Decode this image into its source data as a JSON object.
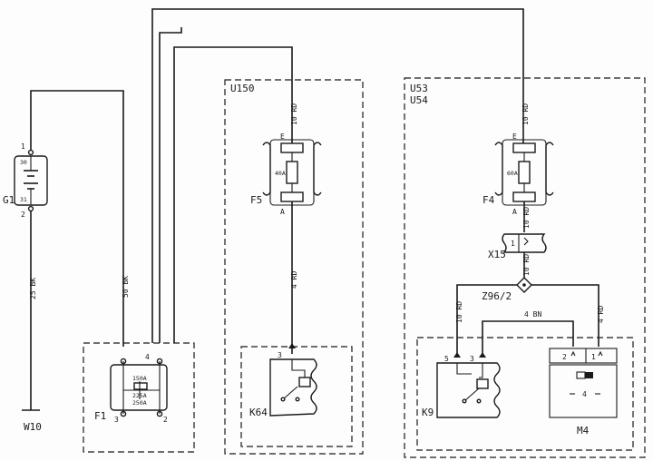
{
  "diagram": {
    "boxes": {
      "u150": "U150",
      "u53": "U53",
      "u54": "U54"
    },
    "components": {
      "g1": "G1",
      "g1_pin_top": "1",
      "g1_pin_bottom": "2",
      "g1_inner_top": "30",
      "g1_inner_bottom": "31",
      "w10": "W10",
      "f1": "F1",
      "f1_pin3": "3",
      "f1_pin2": "2",
      "f1_pin4": "4",
      "f1_fuse_a": "150A",
      "f1_fuse_b": "225A",
      "f1_fuse_c": "250A",
      "f5": "F5",
      "f5_rating": "40A",
      "f5_e": "E",
      "f5_a": "A",
      "f4": "F4",
      "f4_rating": "60A",
      "f4_e": "E",
      "f4_a": "A",
      "k64": "K64",
      "k64_pin": "3",
      "k9": "K9",
      "k9_pin5": "5",
      "k9_pin3": "3",
      "m4": "M4",
      "m4_pin2": "2",
      "m4_pin1": "1",
      "m4_symbol": "4",
      "x15": "X15",
      "x15_pin": "1",
      "z96": "Z96/2"
    },
    "wires": {
      "g1_w10": "25 BK",
      "g1_f1": "50 BK",
      "to_f5": "10 RD",
      "f5_k64": "4 RD",
      "to_f4": "10 RD",
      "f4_x15": "10 RD",
      "x15_z96": "10 RD",
      "z96_k9": "10 RD",
      "z96_m4": "4 RD",
      "k9_m4": "4 BN"
    }
  }
}
